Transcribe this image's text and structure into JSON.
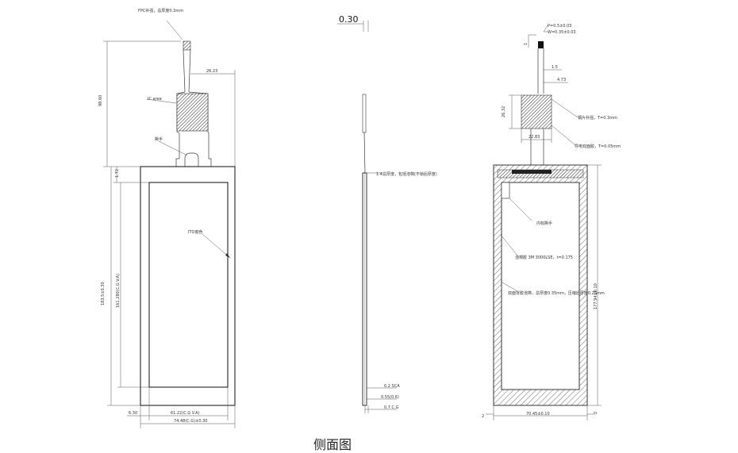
{
  "left_view": {
    "fpc_note": "FPC补强，总厚度0.3mm",
    "fpc_width": "26.23",
    "total_height": "98.60",
    "ic_area": "IC area",
    "tab": "撕手",
    "top_offset": "1.72",
    "outer_height": "183.5±0.30",
    "aa_height": "161.280(C.G V.A)",
    "window": "ITO窗色",
    "left_margin": "6.30",
    "aa_width": "61.22(C.G V.A)",
    "outer_width": "74.48(C.G)±0.30"
  },
  "mid_view": {
    "thickness_top": "0.30",
    "stack_note": "1.4总厚度，包括泡棉(不锁后厚度)",
    "dim_a": "0.2 SCA",
    "dim_b": "0.55(0.6)",
    "dim_c": "0.7 C.G"
  },
  "right_view": {
    "tol_p": "P=0.5±0.03",
    "tol_w": "W=0.35±0.03",
    "dim_1": "1",
    "dim_15": "1.5",
    "dim_473": "4.73",
    "stiff_height": "26.32",
    "stiff_width": "22.83",
    "steel_note": "钢片补强，T=0.3mm",
    "cond_note": "导电双面胶，T=0.05mm",
    "inner_tab": "内标撕手",
    "tape_note": "泡棉胶 3M 3000LSE，t=0.175",
    "foam_note": "双面背胶泡棉，总厚度0.35mm，压缩后厚度0.25mm",
    "height": "177.94±0.10",
    "width": "70.45±0.10",
    "dim_2": "2",
    "dim_2b": "2"
  },
  "caption": "侧面图"
}
